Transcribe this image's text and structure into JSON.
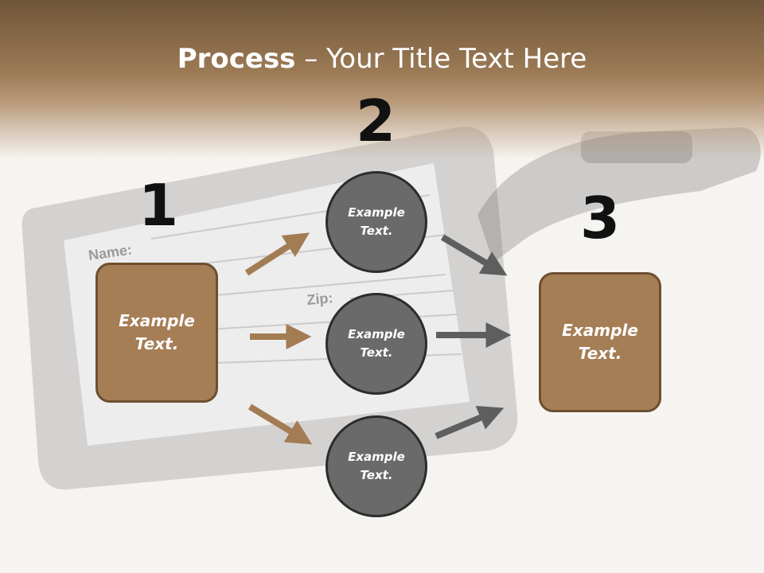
{
  "title": {
    "bold": "Process",
    "rest": " – Your Title Text Here"
  },
  "photo_text": {
    "name": "Name:",
    "zip": "Zip:"
  },
  "steps": {
    "one": "1",
    "two": "2",
    "three": "3"
  },
  "boxes": {
    "left": "Example\nText.",
    "right": "Example\nText."
  },
  "circles": {
    "top": "Example\nText.",
    "middle": "Example\nText.",
    "bottom": "Example\nText."
  },
  "colors": {
    "brown": "#a57e55",
    "brown_border": "#6d4f30",
    "gray_circle": "#6a6a6a",
    "arrow_brown": "#a27c53",
    "arrow_gray": "#5e5e5e"
  }
}
